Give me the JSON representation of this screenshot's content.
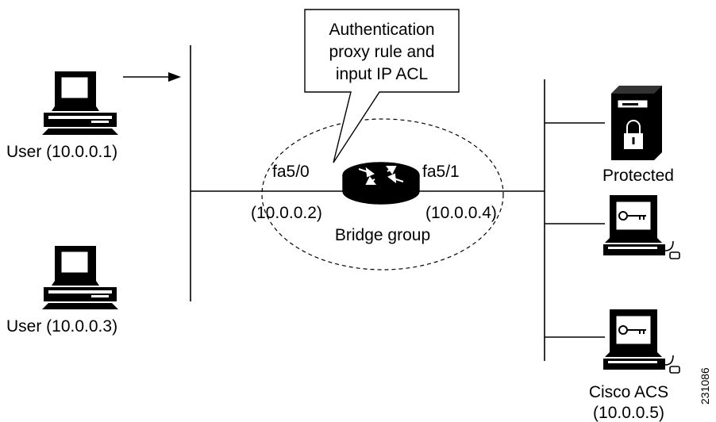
{
  "callout": {
    "line1": "Authentication",
    "line2": "proxy rule and",
    "line3": "input IP ACL"
  },
  "router": {
    "left_interface": "fa5/0",
    "right_interface": "fa5/1",
    "left_ip": "(10.0.0.2)",
    "right_ip": "(10.0.0.4)",
    "group_label": "Bridge group"
  },
  "users": [
    {
      "label": "User (10.0.0.1)"
    },
    {
      "label": "User (10.0.0.3)"
    }
  ],
  "servers": {
    "protected_label": "Protected",
    "acs_line1": "Cisco ACS",
    "acs_line2": "(10.0.0.5)"
  },
  "figure_id": "231086",
  "colors": {
    "stroke": "#000000",
    "fill_light": "#ffffff",
    "fill_dark": "#000000"
  }
}
